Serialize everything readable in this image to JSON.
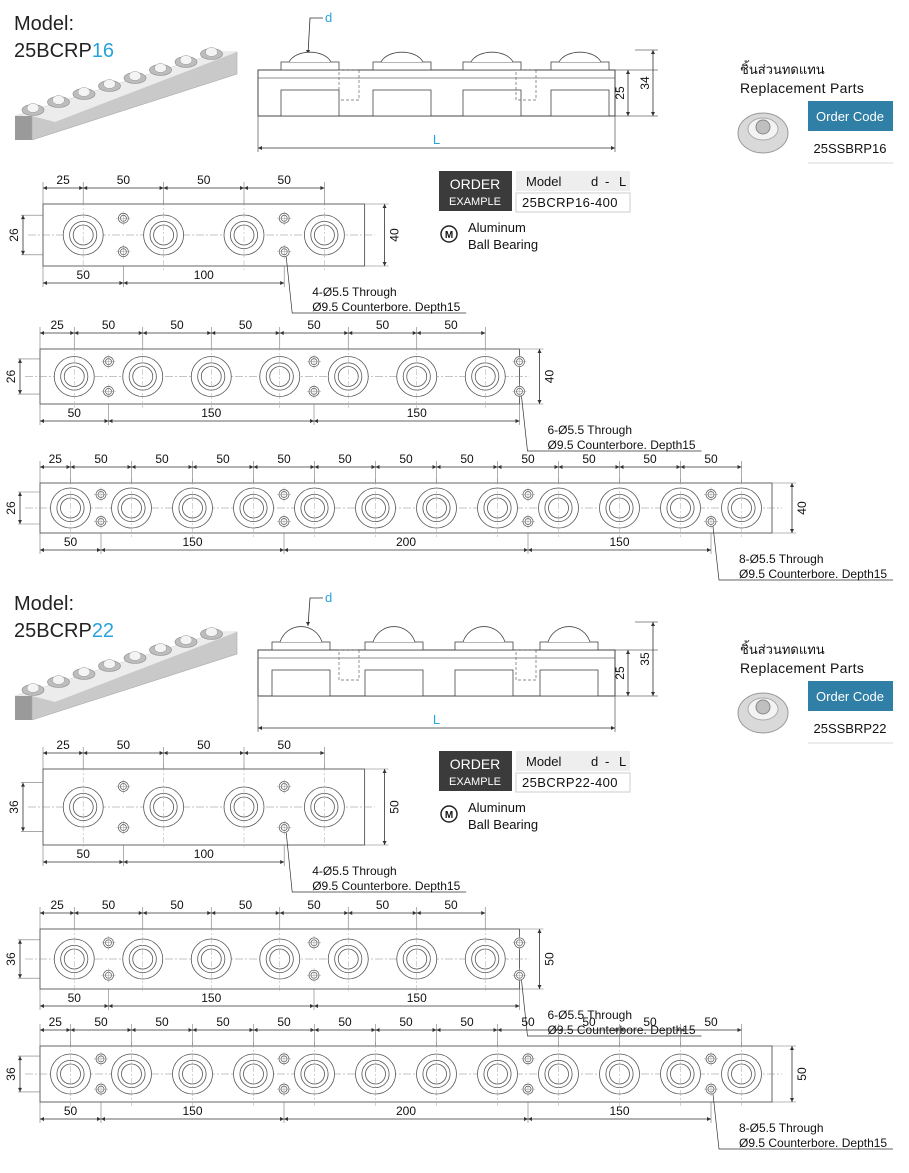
{
  "sections": [
    {
      "model_label": "Model:",
      "model_prefix": "25BCRP",
      "model_suffix": "16",
      "side": {
        "d": "d",
        "L": "L",
        "h25": "25",
        "h_total": "34"
      },
      "replacement": {
        "thai": "ชิ้นส่วนทดแทน",
        "title": "Replacement Parts",
        "order_code_label": "Order Code",
        "code": "25SSBRP16"
      },
      "order": {
        "order_word": "ORDER",
        "example_word": "EXAMPLE",
        "model_label": "Model",
        "d_label": "d",
        "dash": "-",
        "l_label": "L",
        "example_code": "25BCRP16-400"
      },
      "material": {
        "icon_letter": "M",
        "line1": "Aluminum",
        "line2": "Ball Bearing"
      },
      "plate_width": "26",
      "plate_height": "40",
      "plates": [
        {
          "top_dims": [
            "25",
            "50",
            "50",
            "50"
          ],
          "bottom_dims": [
            "50",
            "100"
          ],
          "note_line1": "4-Ø5.5 Through",
          "note_line2": "Ø9.5 Counterbore. Depth15"
        },
        {
          "top_dims": [
            "25",
            "50",
            "50",
            "50",
            "50",
            "50",
            "50"
          ],
          "bottom_dims": [
            "50",
            "150",
            "150"
          ],
          "note_line1": "6-Ø5.5 Through",
          "note_line2": "Ø9.5 Counterbore. Depth15"
        },
        {
          "top_dims": [
            "25",
            "50",
            "50",
            "50",
            "50",
            "50",
            "50",
            "50",
            "50",
            "50",
            "50",
            "50"
          ],
          "bottom_dims": [
            "50",
            "150",
            "200",
            "150"
          ],
          "note_line1": "8-Ø5.5 Through",
          "note_line2": "Ø9.5 Counterbore. Depth15"
        }
      ]
    },
    {
      "model_label": "Model:",
      "model_prefix": "25BCRP",
      "model_suffix": "22",
      "side": {
        "d": "d",
        "L": "L",
        "h25": "25",
        "h_total": "35"
      },
      "replacement": {
        "thai": "ชิ้นส่วนทดแทน",
        "title": "Replacement Parts",
        "order_code_label": "Order Code",
        "code": "25SSBRP22"
      },
      "order": {
        "order_word": "ORDER",
        "example_word": "EXAMPLE",
        "model_label": "Model",
        "d_label": "d",
        "dash": "-",
        "l_label": "L",
        "example_code": "25BCRP22-400"
      },
      "material": {
        "icon_letter": "M",
        "line1": "Aluminum",
        "line2": "Ball Bearing"
      },
      "plate_width": "36",
      "plate_height": "50",
      "plates": [
        {
          "top_dims": [
            "25",
            "50",
            "50",
            "50"
          ],
          "bottom_dims": [
            "50",
            "100"
          ],
          "note_line1": "4-Ø5.5 Through",
          "note_line2": "Ø9.5 Counterbore. Depth15"
        },
        {
          "top_dims": [
            "25",
            "50",
            "50",
            "50",
            "50",
            "50",
            "50"
          ],
          "bottom_dims": [
            "50",
            "150",
            "150"
          ],
          "note_line1": "6-Ø5.5 Through",
          "note_line2": "Ø9.5 Counterbore. Depth15"
        },
        {
          "top_dims": [
            "25",
            "50",
            "50",
            "50",
            "50",
            "50",
            "50",
            "50",
            "50",
            "50",
            "50",
            "50"
          ],
          "bottom_dims": [
            "50",
            "150",
            "200",
            "150"
          ],
          "note_line1": "8-Ø5.5 Through",
          "note_line2": "Ø9.5 Counterbore. Depth15"
        }
      ]
    }
  ],
  "colors": {
    "accent": "#29a3dc",
    "order_code_bg": "#2f7fa6",
    "order_box_bg": "#3b3b3b",
    "line": "#555555"
  }
}
